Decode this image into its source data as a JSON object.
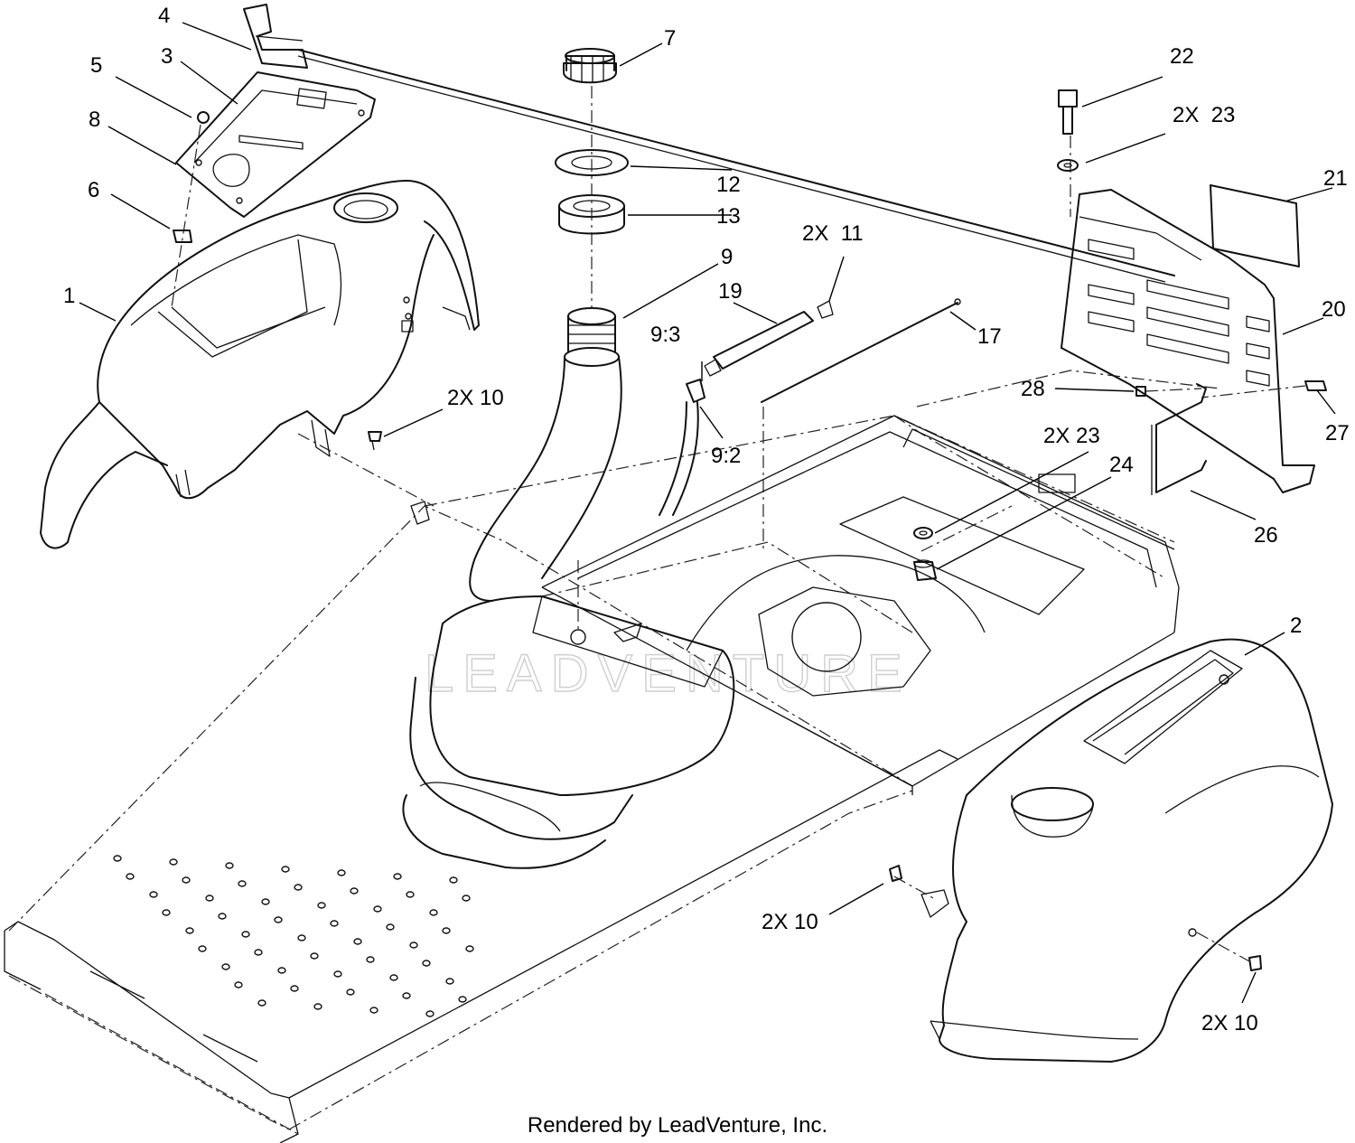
{
  "watermark": "LEADVENTURE",
  "footer": "Rendered by LeadVenture, Inc.",
  "callouts": {
    "c1": "1",
    "c2": "2",
    "c3": "3",
    "c4": "4",
    "c5": "5",
    "c6": "6",
    "c7": "7",
    "c8": "8",
    "c9": "9",
    "c9_2": "9:2",
    "c9_3": "9:3",
    "c10_a": "2X 10",
    "c10_b": "2X 10",
    "c10_c": "2X 10",
    "c11": "2X  11",
    "c12": "12",
    "c13": "13",
    "c17": "17",
    "c19": "19",
    "c20": "20",
    "c21": "21",
    "c22": "22",
    "c23_a": "2X  23",
    "c23_b": "2X 23",
    "c24": "24",
    "c26": "26",
    "c27": "27",
    "c28": "28"
  }
}
